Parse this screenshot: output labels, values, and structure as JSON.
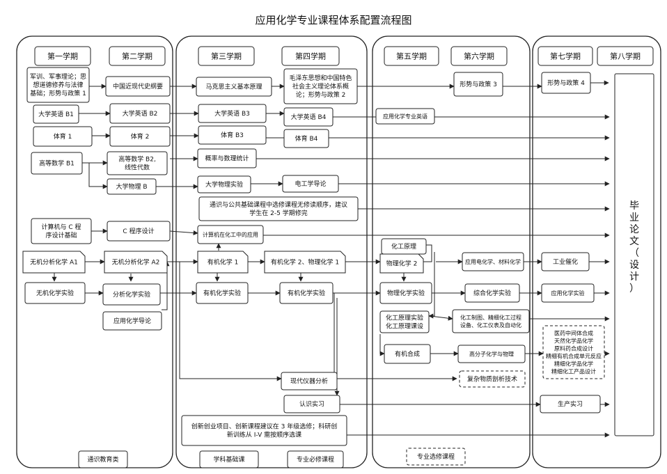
{
  "title": "应用化学专业课程体系配置流程图",
  "semesters": [
    "第一学期",
    "第二学期",
    "第三学期",
    "第四学期",
    "第五学期",
    "第六学期",
    "第七学期",
    "第八学期"
  ],
  "thesis": [
    "毕",
    "业",
    "论",
    "文",
    "（",
    "设",
    "计",
    "）"
  ],
  "courses": {
    "c1a": [
      "军训、军事理论；思",
      "想道德修养与法律",
      "基础；形势与政策 1"
    ],
    "c1b": [
      "大学英语 B1"
    ],
    "c1c": [
      "体育 1"
    ],
    "c1d": [
      "高等数学 B1"
    ],
    "c1e": [
      "计算机与 C 程",
      "序设计基础"
    ],
    "c1f": [
      "无机分析化学 A1"
    ],
    "c1g": [
      "无机化学实验"
    ],
    "c2a": [
      "中国近现代史纲要"
    ],
    "c2b": [
      "大学英语 B2"
    ],
    "c2c": [
      "体育 2"
    ],
    "c2d": [
      "高等数学 B2,",
      "线性代数"
    ],
    "c2e": [
      "大学物理 B"
    ],
    "c2f": [
      "C 程序设计"
    ],
    "c2g": [
      "无机分析化学 A2"
    ],
    "c2h": [
      "分析化学实验"
    ],
    "c2i": [
      "应用化学导论"
    ],
    "c3a": [
      "马克思主义基本原理"
    ],
    "c3b": [
      "大学英语 B3"
    ],
    "c3c": [
      "体育 B3"
    ],
    "c3d": [
      "概率与数理统计"
    ],
    "c3e": [
      "大学物理实验"
    ],
    "c3f": [
      "通识与公共基础课程中选修课程无修读顺序，建议",
      "学生在 2-5 学期修完"
    ],
    "c3g": [
      "计算机在化工中的应用"
    ],
    "c3h": [
      "有机化学 1"
    ],
    "c3i": [
      "有机化学实验"
    ],
    "c3j": [
      "创新创业项目、创新课程建议在 3 年级选修；科研创",
      "新训练从 I-V 需按顺序选课"
    ],
    "c4a": [
      "毛泽东思想和中国特色",
      "社会主义理论体系概",
      "论；形势与政策 2"
    ],
    "c4b": [
      "大学英语 B4"
    ],
    "c4c": [
      "体育 B4"
    ],
    "c4d": [
      "电工学导论"
    ],
    "c4e": [
      "有机化学 2、物理化学 1"
    ],
    "c4f": [
      "有机化学实验"
    ],
    "c4g": [
      "现代仪器分析"
    ],
    "c4h": [
      "认识实习"
    ],
    "c5a": [
      "应用化学专业英语"
    ],
    "c5b": [
      "化工原理"
    ],
    "c5c": [
      "物理化学 2"
    ],
    "c5d": [
      "物理化学实验"
    ],
    "c5e": [
      "化工原理实验",
      "化工原理课设"
    ],
    "c5f": [
      "有机合成"
    ],
    "c6a": [
      "形势与政策 3"
    ],
    "c6b": [
      "应用电化学、材料化学"
    ],
    "c6c": [
      "综合化学实验"
    ],
    "c6d": [
      "化工制图、精细化工过程",
      "设备、化工仪表及自动化"
    ],
    "c6e": [
      "高分子化学与物理"
    ],
    "c6f": [
      "复杂物质剖析技术"
    ],
    "c7a": [
      "形势与政策 4"
    ],
    "c7b": [
      "工业催化"
    ],
    "c7c": [
      "应用化学实验"
    ],
    "c7d": [
      "医药中间体合成",
      "天然化学品化学",
      "原料药合成设计",
      "精细有机合成单元反应",
      "精细化学品化学",
      "精细化工产品设计"
    ],
    "c7e": [
      "生产实习"
    ]
  },
  "legend": {
    "general": "通识教育类",
    "basic": "学科基础课",
    "required": "专业必修课程",
    "elective": "专业选修课程"
  }
}
